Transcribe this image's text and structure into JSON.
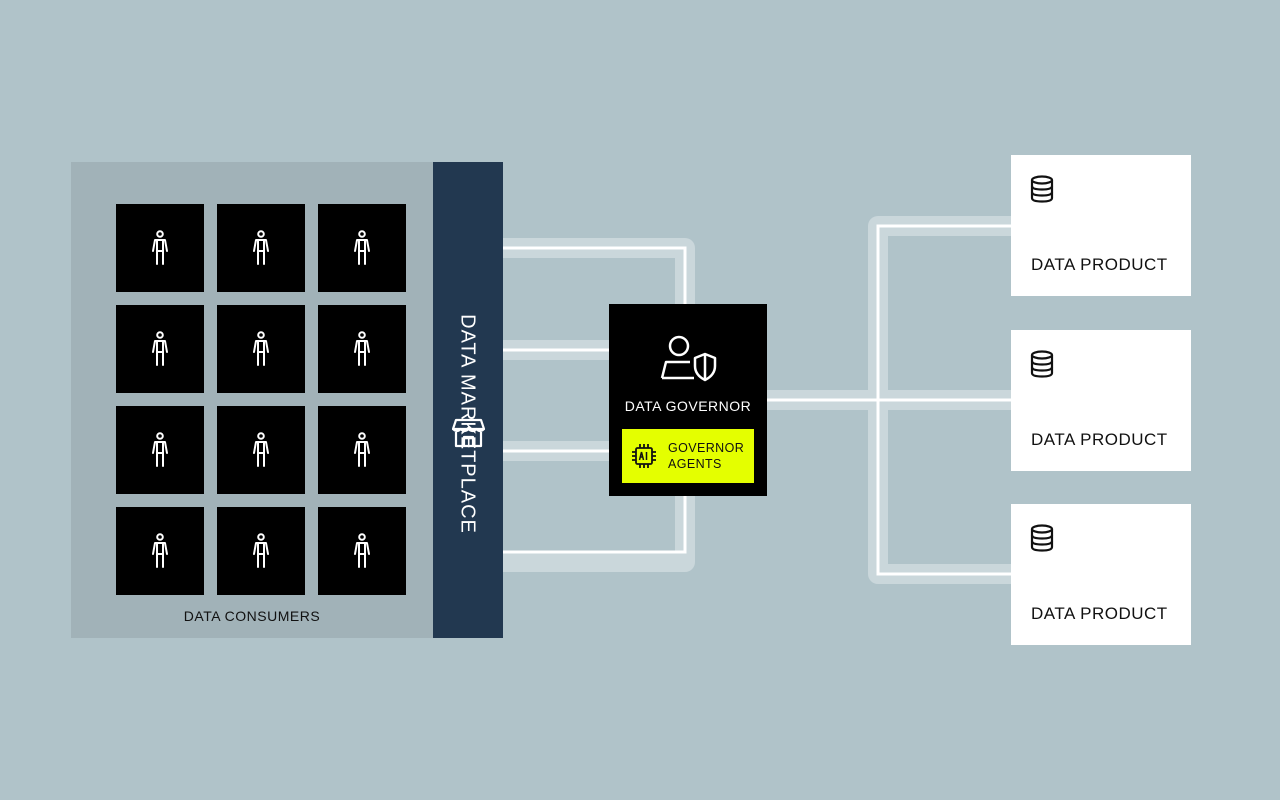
{
  "consumers": {
    "label": "DATA CONSUMERS",
    "tile_icon": "person-icon",
    "rows": 4,
    "columns": 3
  },
  "marketplace": {
    "label": "DATA MARKETPLACE",
    "icon": "storefront-icon"
  },
  "governor": {
    "label": "DATA GOVERNOR",
    "icon": "user-shield-icon",
    "agents": {
      "line1": "GOVERNOR",
      "line2": "AGENTS",
      "icon": "ai-chip-icon"
    }
  },
  "products": [
    {
      "label": "DATA PRODUCT",
      "icon": "database-icon"
    },
    {
      "label": "DATA PRODUCT",
      "icon": "database-icon"
    },
    {
      "label": "DATA PRODUCT",
      "icon": "database-icon"
    }
  ],
  "colors": {
    "background": "#b0c3c9",
    "consumers_panel": "#a1b2b8",
    "marketplace": "#223850",
    "tile": "#000000",
    "agents_highlight": "#e4ff00",
    "pipe": "#cad7db",
    "line": "#ffffff"
  }
}
